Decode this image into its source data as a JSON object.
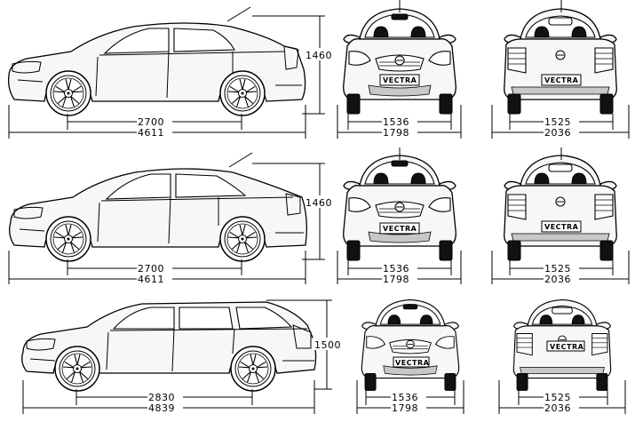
{
  "rows": [
    {
      "id": "sedan",
      "wheelbase": "2700",
      "length": "4611",
      "height": "1460",
      "front_track": "1536",
      "front_width": "1798",
      "rear_track": "1525",
      "rear_width": "2036",
      "plate_front": "VECTRA",
      "plate_rear": "VECTRA"
    },
    {
      "id": "hatchback",
      "wheelbase": "2700",
      "length": "4611",
      "height": "1460",
      "front_track": "1536",
      "front_width": "1798",
      "rear_track": "1525",
      "rear_width": "2036",
      "plate_front": "VECTRA",
      "plate_rear": "VECTRA"
    },
    {
      "id": "wagon",
      "wheelbase": "2830",
      "length": "4839",
      "height": "1500",
      "front_track": "1536",
      "front_width": "1798",
      "rear_track": "1525",
      "rear_width": "2036",
      "plate_front": "VECTRA",
      "plate_rear": "VECTRA"
    }
  ]
}
